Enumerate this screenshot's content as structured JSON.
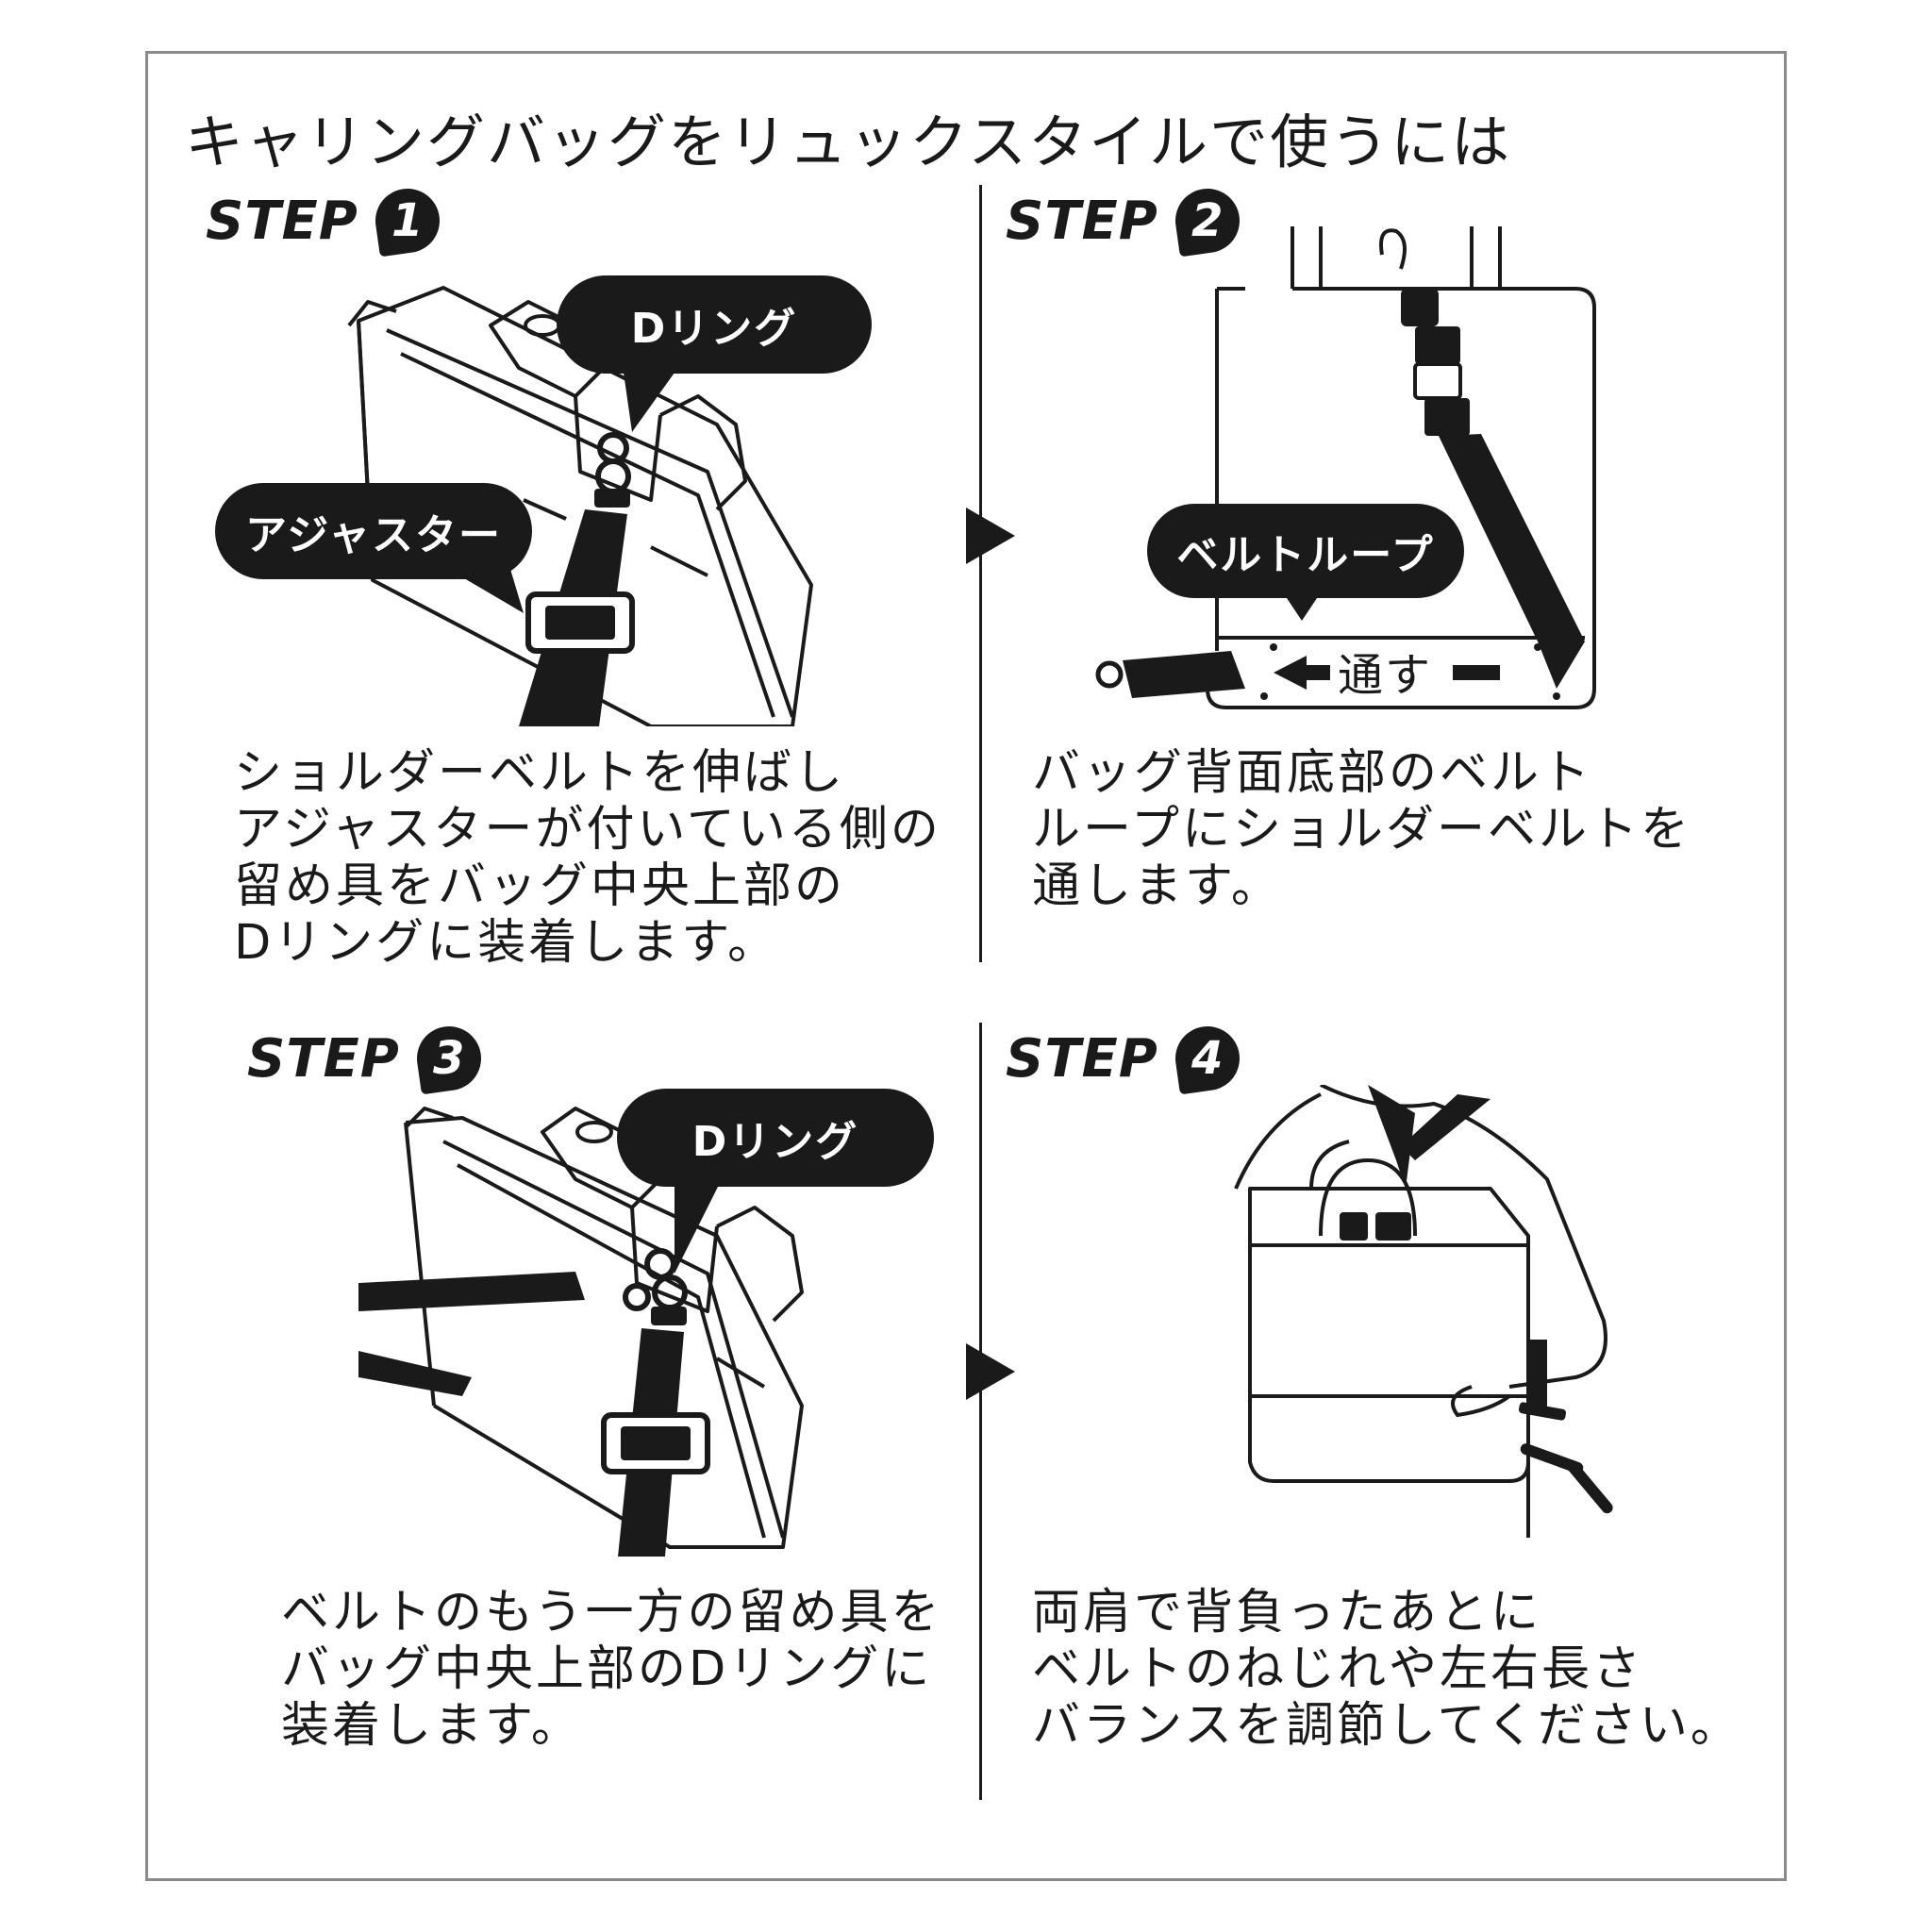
{
  "title": "キャリングバッグをリュックスタイルで使うには",
  "step_word": "STEP",
  "steps": [
    {
      "number": "1",
      "labels": [
        "Dリング",
        "アジャスター"
      ],
      "text": "ショルダーベルトを伸ばし\nアジャスターが付いている側の\n留め具をバッグ中央上部の\nDリングに装着します。"
    },
    {
      "number": "2",
      "labels": [
        "ベルトループ",
        "通す"
      ],
      "text": "バッグ背面底部のベルト\nループにショルダーベルトを\n通します。"
    },
    {
      "number": "3",
      "labels": [
        "Dリング"
      ],
      "text": "ベルトのもう一方の留め具を\nバッグ中央上部のDリングに\n装着します。"
    },
    {
      "number": "4",
      "labels": [],
      "text": "両肩で背負ったあとに\nベルトのねじれや左右長さ\nバランスを調節してください。"
    }
  ]
}
